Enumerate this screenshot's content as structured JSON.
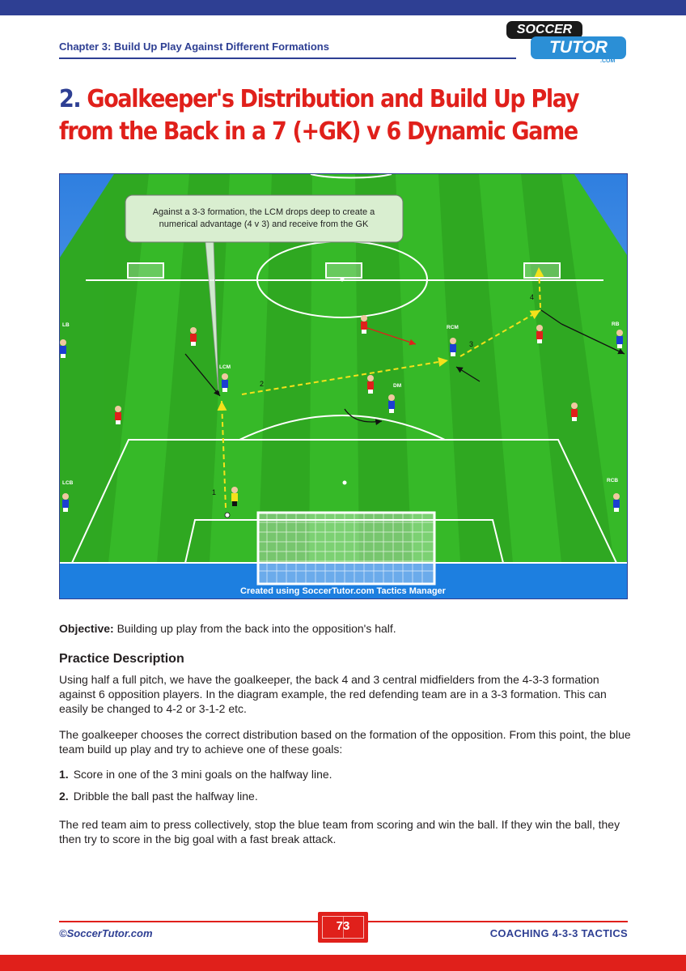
{
  "header": {
    "chapter": "Chapter 3: Build Up Play Against Different Formations",
    "logo": {
      "line1": "SOCCER",
      "line2": "TUTOR",
      "line3": ".COM"
    }
  },
  "title": {
    "number": "2.",
    "line1": "Goalkeeper's Distribution and Build Up Play",
    "line2": "from the Back in a 7 (+GK) v 6 Dynamic Game"
  },
  "diagram": {
    "callout_line1": "Against a 3-3 formation, the LCM drops deep to create a",
    "callout_line2": "numerical advantage (4 v 3) and receive from the GK",
    "credit": "Created using SoccerTutor.com Tactics Manager",
    "player_labels": {
      "lb": "LB",
      "lcm": "LCM",
      "dm": "DM",
      "rcm": "RCM",
      "rb": "RB",
      "lcb": "LCB",
      "rcb": "RCB"
    },
    "step_numbers": {
      "s1": "1",
      "s2": "2",
      "s3": "3",
      "s4": "4"
    },
    "colors": {
      "pitch_light": "#3fc431",
      "pitch_dark": "#2aa81e",
      "blue_team": "#1b3fd1",
      "red_team": "#e0201b",
      "keeper": "#f4e11b",
      "pass_arrow": "#f4e11b"
    }
  },
  "content": {
    "objective_label": "Objective:",
    "objective_text": " Building up play from the back into the opposition's half.",
    "practice_heading": "Practice Description",
    "para1": "Using half a full pitch, we have the goalkeeper, the back 4 and 3 central midfielders from the 4-3-3 formation against 6 opposition players. In the diagram example, the red defending team are in a 3-3 formation. This can easily be changed to 4-2 or 3-1-2 etc.",
    "para2": "The goalkeeper chooses the correct distribution based on the formation of the opposition. From this point, the blue team build up play and try to achieve one of these goals:",
    "list": [
      {
        "num": "1.",
        "text": "Score in one of the 3 mini goals on the halfway line."
      },
      {
        "num": "2.",
        "text": "Dribble the ball past the halfway line."
      }
    ],
    "para3": "The red team aim to press collectively, stop the blue team from scoring and win the ball. If they win the ball, they then try to score in the big goal with a fast break attack."
  },
  "footer": {
    "left": "©SoccerTutor.com",
    "page": "73",
    "right": "COACHING 4-3-3 TACTICS"
  }
}
